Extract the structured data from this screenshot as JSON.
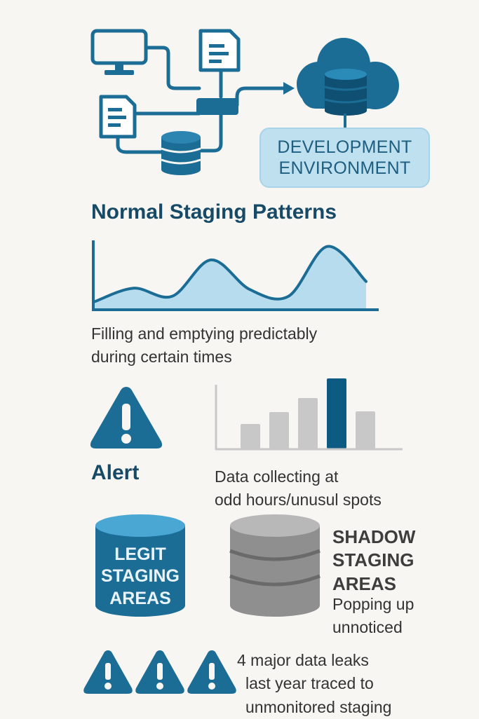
{
  "header": {
    "dev_env_lines": [
      "DEVELOPMENT",
      "ENVIRONMENT"
    ]
  },
  "normal": {
    "title": "Normal Staging Patterns",
    "caption_lines": [
      "Filling and emptying predictably",
      "during certain times"
    ]
  },
  "alert": {
    "label": "Alert",
    "caption_lines": [
      "Data collecting at",
      "odd hours/unusul spots"
    ]
  },
  "legit": {
    "label_lines": [
      "LEGIT",
      "STAGING",
      "AREAS"
    ]
  },
  "shadow": {
    "title_lines": [
      "SHADOW",
      "STAGING",
      "AREAS"
    ],
    "sub_lines": [
      "Popping up",
      "unnoticed"
    ]
  },
  "leaks": {
    "lines": [
      "4 major data leaks",
      "last year traced to",
      "unmonitored staging"
    ]
  },
  "colors": {
    "primary": "#1b6d96",
    "dark": "#174a66",
    "light": "#bfe0ef",
    "gray": "#c8c8c8",
    "highlight": "#0d5a82"
  },
  "chart_data": [
    {
      "type": "area",
      "title": "",
      "xlabel": "",
      "ylabel": "",
      "values": [
        10,
        30,
        18,
        72,
        28,
        18,
        92,
        40
      ]
    },
    {
      "type": "bar",
      "title": "",
      "xlabel": "",
      "ylabel": "",
      "values": [
        35,
        52,
        72,
        100,
        53
      ],
      "highlight_index": 3
    }
  ]
}
